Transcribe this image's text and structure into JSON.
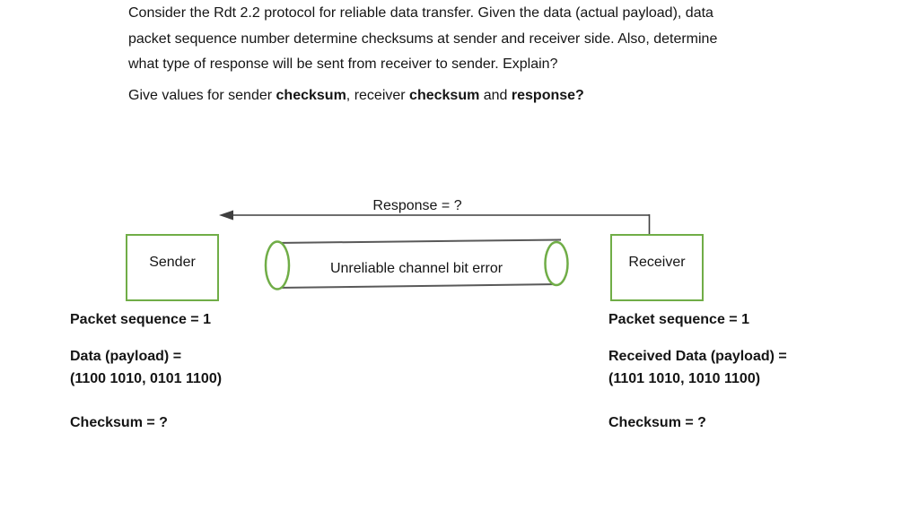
{
  "problem": {
    "paragraph_lines": [
      "Consider the Rdt 2.2 protocol for reliable data transfer. Given the data (actual payload), data",
      "packet sequence number determine checksums at sender and receiver side. Also, determine",
      "what type of response will be sent from receiver to sender. Explain?"
    ],
    "give_values": {
      "part1": "Give values for sender ",
      "bold1": "checksum",
      "part2": ", receiver ",
      "bold2": "checksum",
      "part3": " and ",
      "bold3": "response?"
    }
  },
  "diagram": {
    "response_label": "Response = ?",
    "sender_label": "Sender",
    "receiver_label": "Receiver",
    "channel_label": "Unreliable channel bit error",
    "colors": {
      "box_border_green": "#70ad47",
      "arrow_line": "#3f3f3f",
      "cylinder_line": "#595959"
    }
  },
  "sender_info": {
    "packet_sequence": "Packet sequence = 1",
    "data_label": "Data (payload) =",
    "data_value": "(1100 1010, 0101 1100)",
    "checksum": "Checksum = ?"
  },
  "receiver_info": {
    "packet_sequence": "Packet sequence = 1",
    "data_label": "Received Data (payload) =",
    "data_value": "(1101 1010, 1010 1100)",
    "checksum": "Checksum = ?"
  }
}
